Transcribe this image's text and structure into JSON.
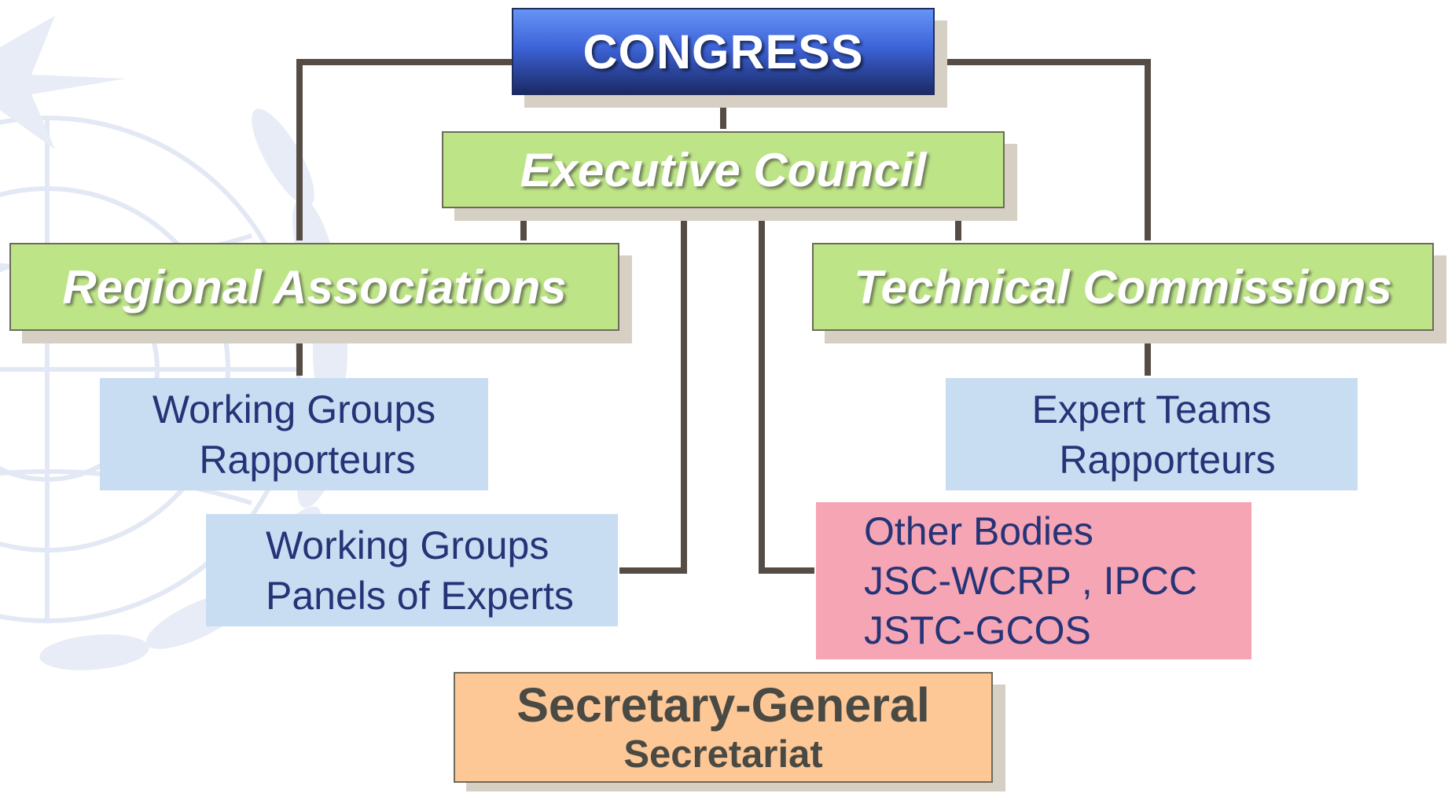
{
  "congress": {
    "label": "CONGRESS"
  },
  "executive_council": {
    "label": "Executive Council"
  },
  "regional_associations": {
    "label": "Regional Associations",
    "sub": [
      "Working Groups",
      "Rapporteurs"
    ]
  },
  "technical_commissions": {
    "label": "Technical Commissions",
    "sub": [
      "Expert Teams",
      "Rapporteurs"
    ]
  },
  "executive_subsidiary": [
    "Working Groups",
    "Panels of Experts"
  ],
  "other_bodies": [
    "Other Bodies",
    "JSC-WCRP , IPCC",
    "JSTC-GCOS"
  ],
  "secretary_general": {
    "label": "Secretary-General",
    "sub": "Secretariat"
  },
  "colors": {
    "congress_top": "#6694f5",
    "congress_bottom": "#1b2a66",
    "green": "#bde486",
    "blue": "#c8ddf1",
    "pink": "#f6a5b4",
    "orange": "#fec796",
    "connector": "#554d45",
    "text_navy": "#253477"
  }
}
